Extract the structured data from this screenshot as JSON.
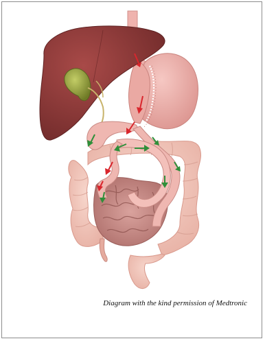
{
  "caption": "Diagram with the kind permission of Medtronic",
  "colors": {
    "liver": "#8e3b3b",
    "liver_dark": "#6e2929",
    "gallbladder": "#8a9a3a",
    "stomach": "#e8a7a2",
    "intestine": "#f1c3b6",
    "small_bowel": "#c98e8a",
    "flow_red": "#d9262d",
    "flow_green": "#2f8f3a",
    "staple_line": "#ffffff"
  },
  "icons": {
    "red_arrow": "arrow-down",
    "green_arrow": "arrow-right"
  }
}
